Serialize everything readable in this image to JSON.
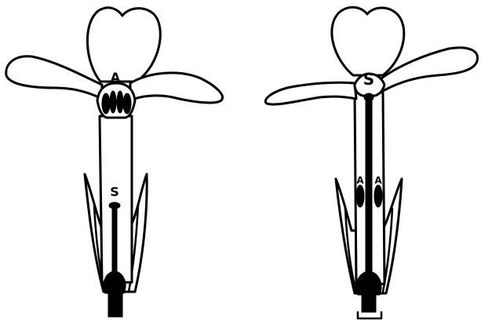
{
  "diagram": {
    "left_flower": {
      "anther_label": "A",
      "stigma_label": "S"
    },
    "right_flower": {
      "stigma_label": "S",
      "anther_label_1": "A",
      "anther_label_2": "A"
    }
  }
}
